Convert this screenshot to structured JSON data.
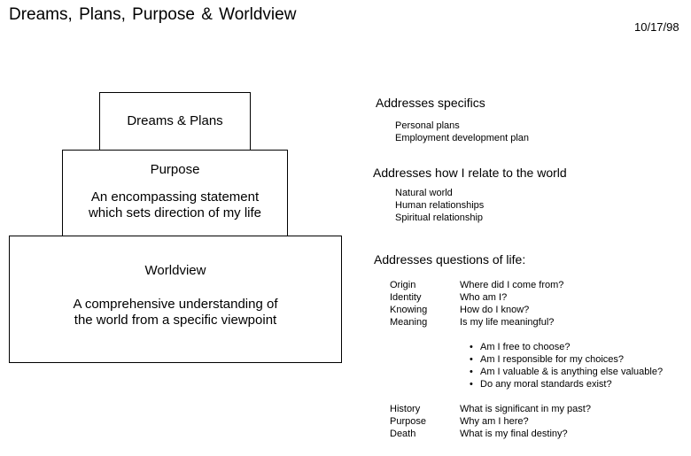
{
  "header": {
    "title": "Dreams, Plans, Purpose & Worldview",
    "date": "10/17/98"
  },
  "pyramid": {
    "top": {
      "label": "Dreams & Plans"
    },
    "middle": {
      "label": "Purpose",
      "description": [
        "An encompassing statement",
        "which sets direction of my life"
      ]
    },
    "bottom": {
      "label": "Worldview",
      "description": [
        "A comprehensive understanding of",
        "the world from a specific viewpoint"
      ]
    }
  },
  "specifics": {
    "heading": "Addresses specifics",
    "items": [
      "Personal plans",
      "Employment development plan"
    ]
  },
  "relate": {
    "heading": "Addresses how I relate to the world",
    "items": [
      "Natural world",
      "Human relationships",
      "Spiritual relationship"
    ]
  },
  "questions": {
    "heading": "Addresses questions of life:",
    "rows": [
      {
        "term": "Origin",
        "question": "Where did I come from?"
      },
      {
        "term": "Identity",
        "question": "Who am I?"
      },
      {
        "term": "Knowing",
        "question": "How do I know?"
      },
      {
        "term": "Meaning",
        "question": "Is my life meaningful?"
      }
    ],
    "bullets": [
      "Am I free to choose?",
      "Am I responsible for my choices?",
      "Am I valuable & is anything else valuable?",
      "Do any moral standards exist?"
    ],
    "rows2": [
      {
        "term": "History",
        "question": "What is significant in my past?"
      },
      {
        "term": "Purpose",
        "question": "Why am I here?"
      },
      {
        "term": "Death",
        "question": "What is my final destiny?"
      }
    ]
  }
}
